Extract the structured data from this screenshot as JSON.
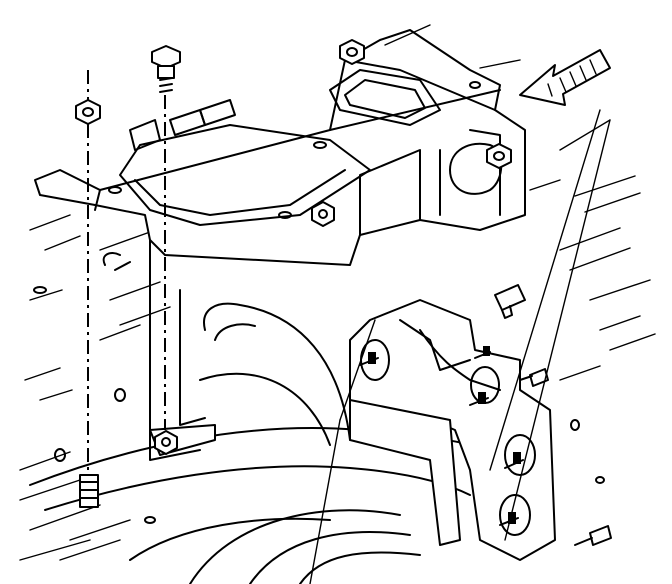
{
  "diagram": {
    "components": [
      {
        "name": "radiator-support-bracket"
      },
      {
        "name": "hood-latch-panel"
      },
      {
        "name": "mounting-bolt"
      },
      {
        "name": "nut"
      },
      {
        "name": "stud"
      },
      {
        "name": "direction-arrow"
      }
    ],
    "colors": {
      "line": "#000000",
      "background": "#ffffff"
    }
  }
}
